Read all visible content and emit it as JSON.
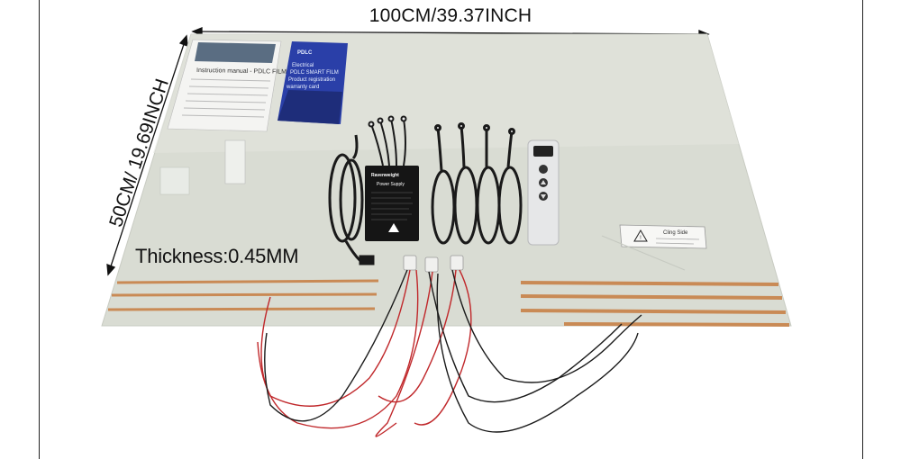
{
  "dimension_width": "100CM/39.37INCH",
  "dimension_height": "50CM/ 19.69INCH",
  "thickness": "Thickness:0.45MM",
  "manual_title": "Instruction manual - PDLC FILM",
  "booklet_brand": "PDLC",
  "booklet_lines": [
    "Electrical",
    "PDLC SMART FILM",
    "Product registration",
    "warranty card"
  ],
  "power_box_brand": "Ravenweight",
  "power_box_label": "Power Supply",
  "warning_label": "Cling Side",
  "colors": {
    "film": "#d9dcd3",
    "copper": "#c98a55",
    "cable": "#1a1a1a",
    "red_wire": "#c0282b",
    "booklet_blue": "#2a3fa8"
  }
}
